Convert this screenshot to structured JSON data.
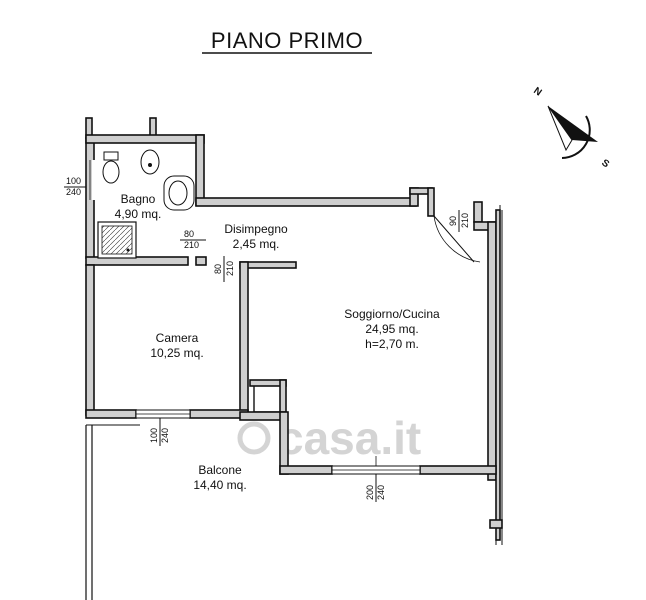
{
  "title": "PIANO PRIMO",
  "compass": {
    "north": "N",
    "south": "S"
  },
  "rooms": [
    {
      "id": "bagno",
      "name": "Bagno",
      "area": "4,90 mq."
    },
    {
      "id": "disimpegno",
      "name": "Disimpegno",
      "area": "2,45 mq."
    },
    {
      "id": "camera",
      "name": "Camera",
      "area": "10,25 mq."
    },
    {
      "id": "soggiorno",
      "name": "Soggiorno/Cucina",
      "area": "24,95 mq.",
      "height": "h=2,70 m."
    },
    {
      "id": "balcone",
      "name": "Balcone",
      "area": "14,40 mq."
    }
  ],
  "openings": {
    "bagno_window": [
      "100",
      "240"
    ],
    "bagno_door": [
      "80",
      "210"
    ],
    "camera_door": [
      "80",
      "210"
    ],
    "entry_door": [
      "90",
      "210"
    ],
    "camera_window": [
      "100",
      "240"
    ],
    "soggiorno_window": [
      "200",
      "240"
    ]
  },
  "watermark": "casa.it"
}
